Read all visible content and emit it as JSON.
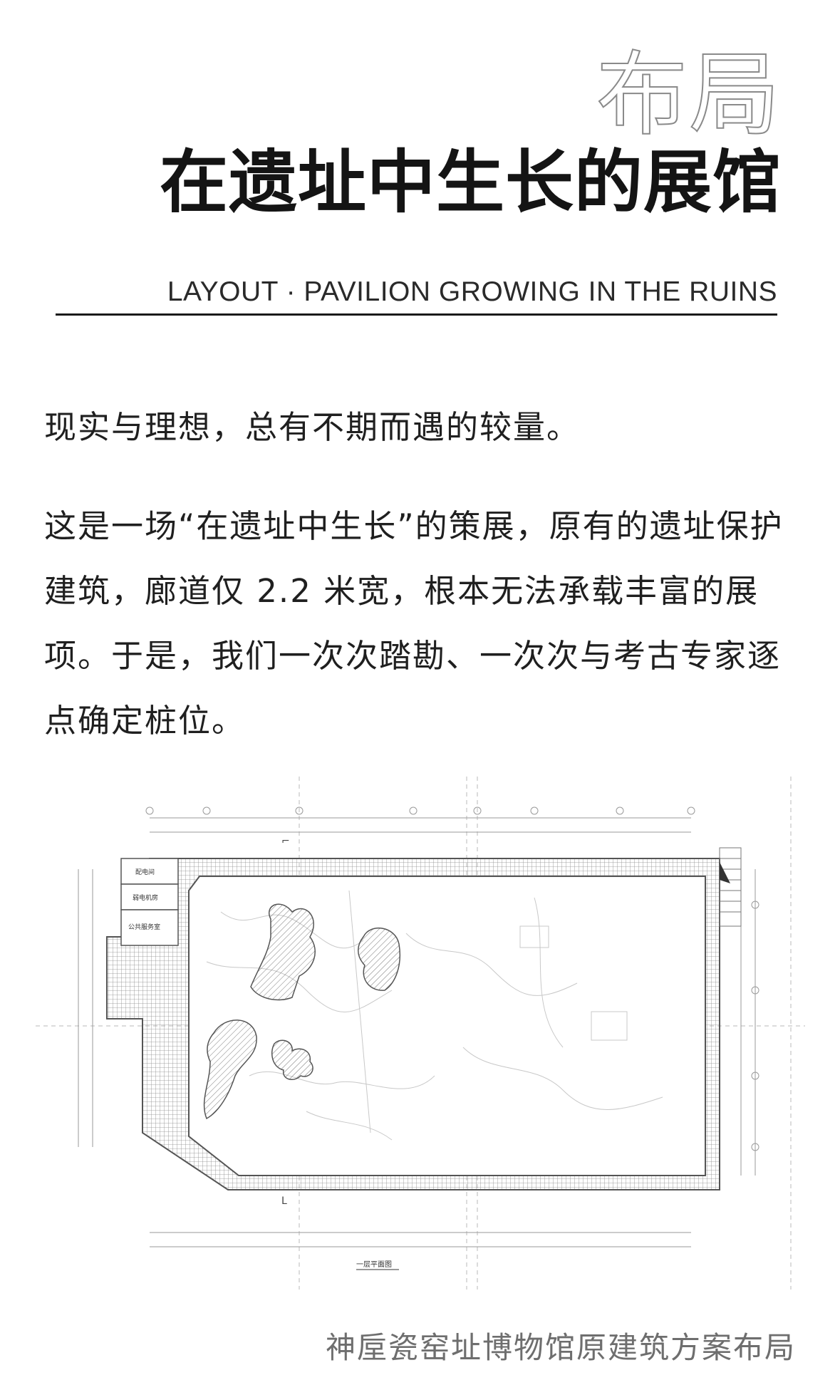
{
  "header": {
    "outline_title": "布局",
    "main_title": "在遗址中生长的展馆",
    "subtitle_en": "LAYOUT · PAVILION GROWING IN THE RUINS"
  },
  "body": {
    "paragraph_1": "现实与理想，总有不期而遇的较量。",
    "paragraph_2": "这是一场“在遗址中生长”的策展，原有的遗址保护建筑，廊道仅 2.2 米宽，根本无法承载丰富的展项。于是，我们一次次踏勘、一次次与考古专家逐点确定桩位。"
  },
  "plan": {
    "room_labels": [
      "配电间",
      "弱电机房",
      "公共服务室"
    ],
    "drawing_title": "一层平面图",
    "colors": {
      "line": "#9a9a9a",
      "dark_line": "#555555",
      "hatch": "#7a7a7a"
    }
  },
  "caption": "神垕瓷窑址博物馆原建筑方案布局"
}
